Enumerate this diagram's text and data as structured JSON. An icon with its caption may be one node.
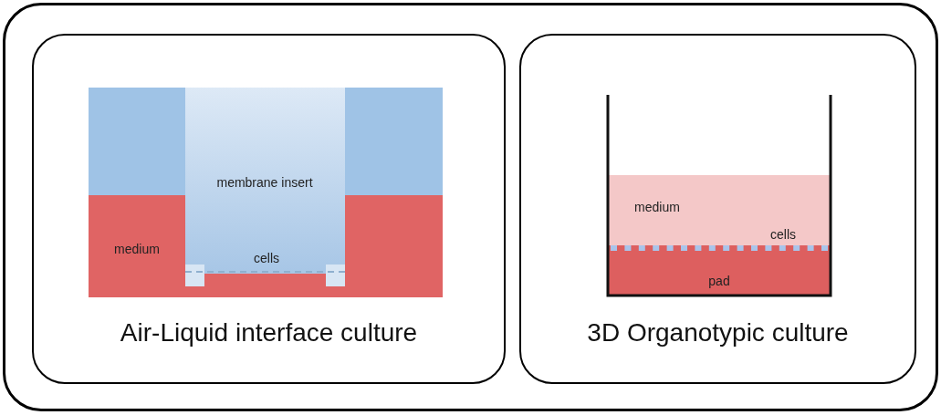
{
  "diagram": {
    "nodes": [
      {
        "text": [],
        "shape": "box"
      },
      {
        "text": [
          "Air-Liquid interface culture"
        ],
        "in": 0
      },
      {
        "text": [
          "3D Organotypic culture"
        ],
        "in": 0
      }
    ],
    "labels": [
      "membrane insert",
      "medium",
      "cells",
      "medium",
      "cells",
      "pad"
    ]
  }
}
